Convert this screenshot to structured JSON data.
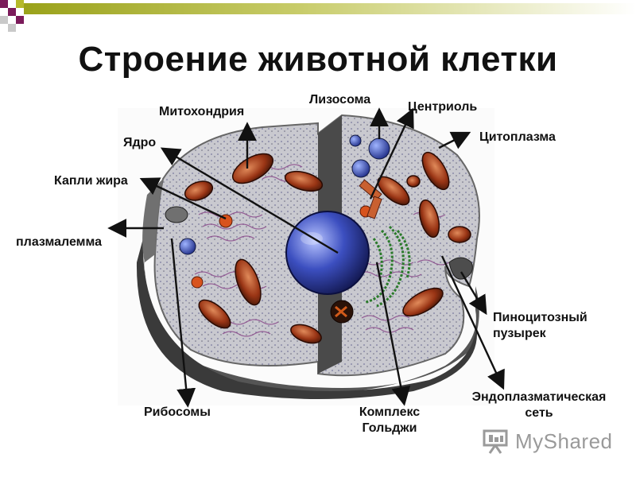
{
  "slide": {
    "title": "Строение животной клетки",
    "accent_colors": [
      "#7b1a5a",
      "#b5b92a",
      "#c9c9c9"
    ]
  },
  "labels": {
    "mitochondria": "Митохондрия",
    "lysosome": "Лизосома",
    "centriole": "Центриоль",
    "nucleus": "Ядро",
    "cytoplasm": "Цитоплазма",
    "fat_drops": "Капли жира",
    "plasmalemma": "плазмалемма",
    "pinocytic_line1": "Пиноцитозный",
    "pinocytic_line2": "пузырек",
    "ribosomes": "Рибосомы",
    "golgi_line1": "Комплекс",
    "golgi_line2": "Гольджи",
    "er_line1": "Эндоплазматическая",
    "er_line2": "сеть"
  },
  "logo": {
    "text": "MyShared",
    "icon": "presentation-board-icon"
  }
}
